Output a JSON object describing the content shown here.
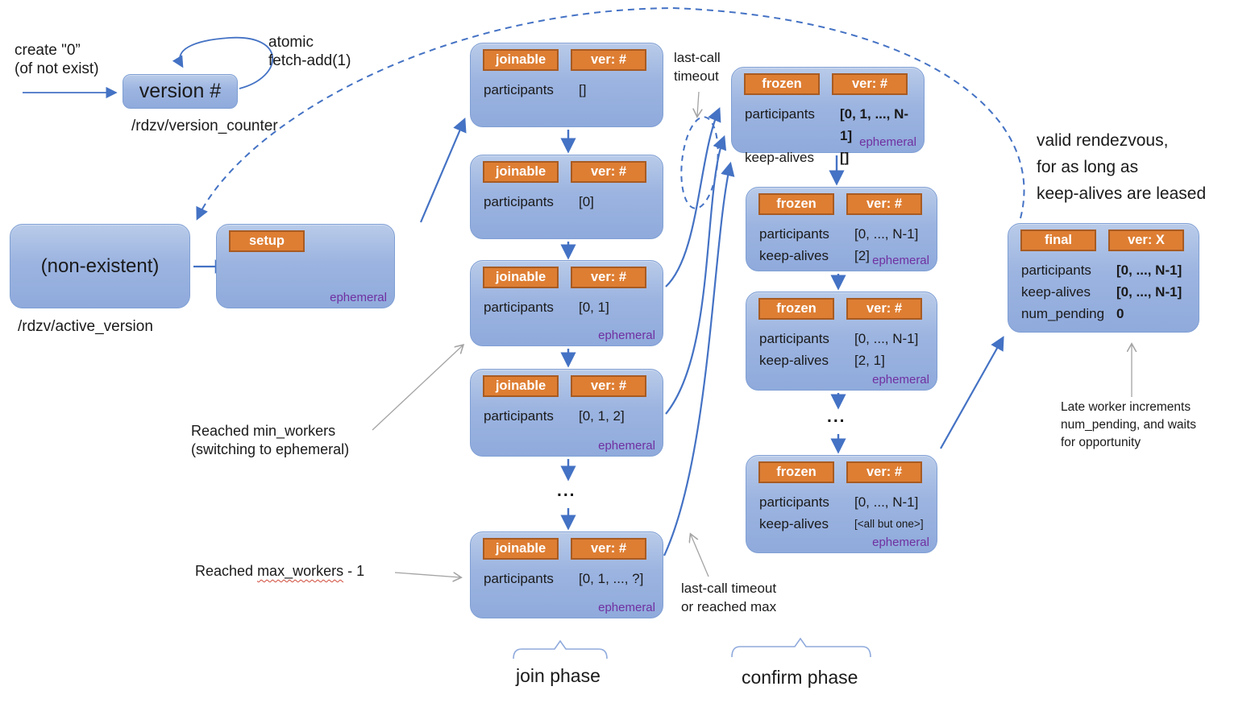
{
  "colors": {
    "box_fill_top": "#b9cbe9",
    "box_fill_bottom": "#8faadc",
    "box_border": "#7f9fd4",
    "tag_fill": "#de7e33",
    "tag_border": "#a85b22",
    "ephemeral_text": "#7030a0",
    "arrow_blue": "#4472c4",
    "arrow_gray": "#a3a3a3",
    "bracket_blue": "#8faadc"
  },
  "top_left": {
    "create_label": "create \"0”\n(of not exist)",
    "atomic_label": "atomic\nfetch-add(1)",
    "version_box_label": "version #",
    "version_counter_path": "/rdzv/version_counter"
  },
  "left": {
    "non_existent_label": "(non-existent)",
    "active_version_path": "/rdzv/active_version",
    "setup_tag": "setup",
    "setup_ephemeral": "ephemeral"
  },
  "states": [
    {
      "tag": "joinable",
      "ver": "ver: #",
      "rows": [
        {
          "key": "participants",
          "value": "[]",
          "bold": false
        }
      ],
      "ephemeral": null
    },
    {
      "tag": "joinable",
      "ver": "ver: #",
      "rows": [
        {
          "key": "participants",
          "value": "[0]",
          "bold": false
        }
      ],
      "ephemeral": null
    },
    {
      "tag": "joinable",
      "ver": "ver: #",
      "rows": [
        {
          "key": "participants",
          "value": "[0, 1]",
          "bold": false
        }
      ],
      "ephemeral": "ephemeral"
    },
    {
      "tag": "joinable",
      "ver": "ver: #",
      "rows": [
        {
          "key": "participants",
          "value": "[0, 1, 2]",
          "bold": false
        }
      ],
      "ephemeral": "ephemeral"
    },
    {
      "tag": "joinable",
      "ver": "ver: #",
      "rows": [
        {
          "key": "participants",
          "value": "[0, 1, ..., ?]",
          "bold": false
        }
      ],
      "ephemeral": "ephemeral"
    },
    {
      "tag": "frozen",
      "ver": "ver: #",
      "rows": [
        {
          "key": "participants",
          "value": "[0, 1, ..., N-1]",
          "bold": true
        },
        {
          "key": "keep-alives",
          "value": "[]",
          "bold": true
        }
      ],
      "ephemeral": "ephemeral"
    },
    {
      "tag": "frozen",
      "ver": "ver: #",
      "rows": [
        {
          "key": "participants",
          "value": "[0, ..., N-1]",
          "bold": false
        },
        {
          "key": "keep-alives",
          "value": "[2]",
          "bold": false
        }
      ],
      "ephemeral": "ephemeral"
    },
    {
      "tag": "frozen",
      "ver": "ver: #",
      "rows": [
        {
          "key": "participants",
          "value": "[0, ..., N-1]",
          "bold": false
        },
        {
          "key": "keep-alives",
          "value": "[2, 1]",
          "bold": false
        }
      ],
      "ephemeral": "ephemeral"
    },
    {
      "tag": "frozen",
      "ver": "ver: #",
      "rows": [
        {
          "key": "participants",
          "value": "[0, ..., N-1]",
          "bold": false
        },
        {
          "key": "keep-alives",
          "value": "[<all but one>]",
          "bold": false,
          "small": true
        }
      ],
      "ephemeral": "ephemeral"
    },
    {
      "tag": "final",
      "ver": "ver: X",
      "rows": [
        {
          "key": "participants",
          "value": "[0, ..., N-1]",
          "bold": true
        },
        {
          "key": "keep-alives",
          "value": "[0, ..., N-1]",
          "bold": true
        },
        {
          "key": "num_pending",
          "value": "0",
          "bold": true
        }
      ],
      "ephemeral": null
    }
  ],
  "annotations": {
    "last_call_timeout_top": "last-call\ntimeout",
    "reached_min": "Reached min_workers\n(switching to ephemeral)",
    "reached_max_prefix": "Reached ",
    "reached_max_word": "max_workers",
    "reached_max_suffix": " - 1",
    "last_call_or_max": "last-call timeout\nor reached max",
    "valid_rendezvous": "valid rendezvous,\nfor as long as\nkeep-alives are leased",
    "late_worker": "Late worker increments\nnum_pending, and waits\nfor opportunity",
    "ellipsis": "..."
  },
  "phases": {
    "join": "join phase",
    "confirm": "confirm phase"
  }
}
